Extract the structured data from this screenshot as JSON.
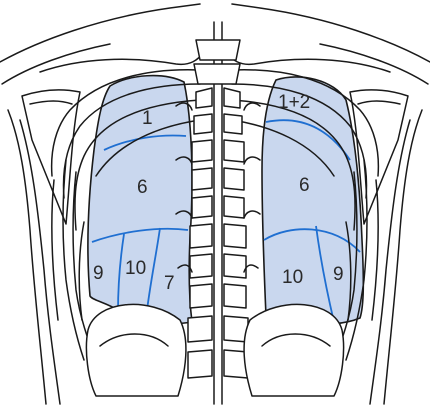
{
  "diagram": {
    "colors": {
      "lung_fill": "#c9d7ee",
      "segment_line": "#1f6fd1",
      "outline": "#1a1a1a"
    },
    "labels": {
      "right_apical": "1",
      "right_superior": "6",
      "right_posterior_basal": "10",
      "right_lateral_basal": "9",
      "right_medial_basal": "7",
      "left_apicoposterior": "1+2",
      "left_superior": "6",
      "left_posterior_basal": "10",
      "left_lateral_basal": "9"
    }
  }
}
